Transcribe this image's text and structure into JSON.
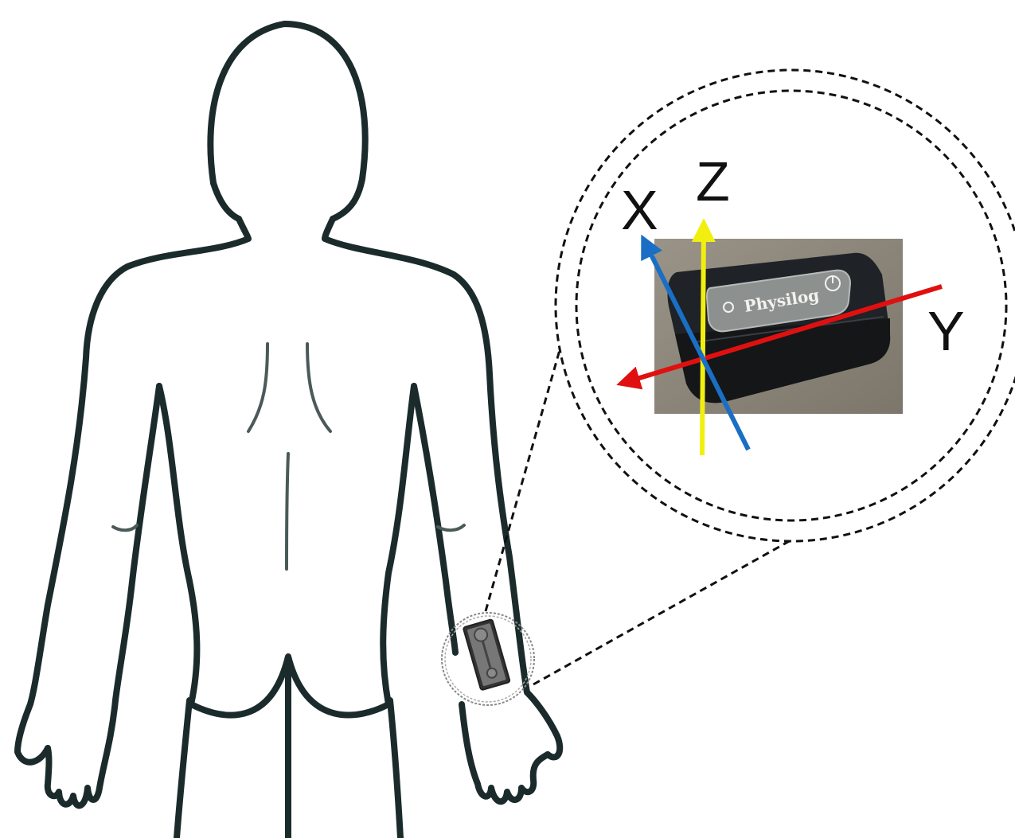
{
  "diagram": {
    "axes": {
      "x": {
        "label": "X",
        "color": "#1a6fc4"
      },
      "y": {
        "label": "Y",
        "color": "#e01010"
      },
      "z": {
        "label": "Z",
        "color": "#f2ef10"
      }
    },
    "sensor": {
      "brand": "Physilog"
    },
    "colors": {
      "outline": "#1b2b2b",
      "dashed": "#111111",
      "device_body": "#1f2226",
      "device_top": "#8c9190",
      "photo_background": "#8a8478"
    }
  }
}
